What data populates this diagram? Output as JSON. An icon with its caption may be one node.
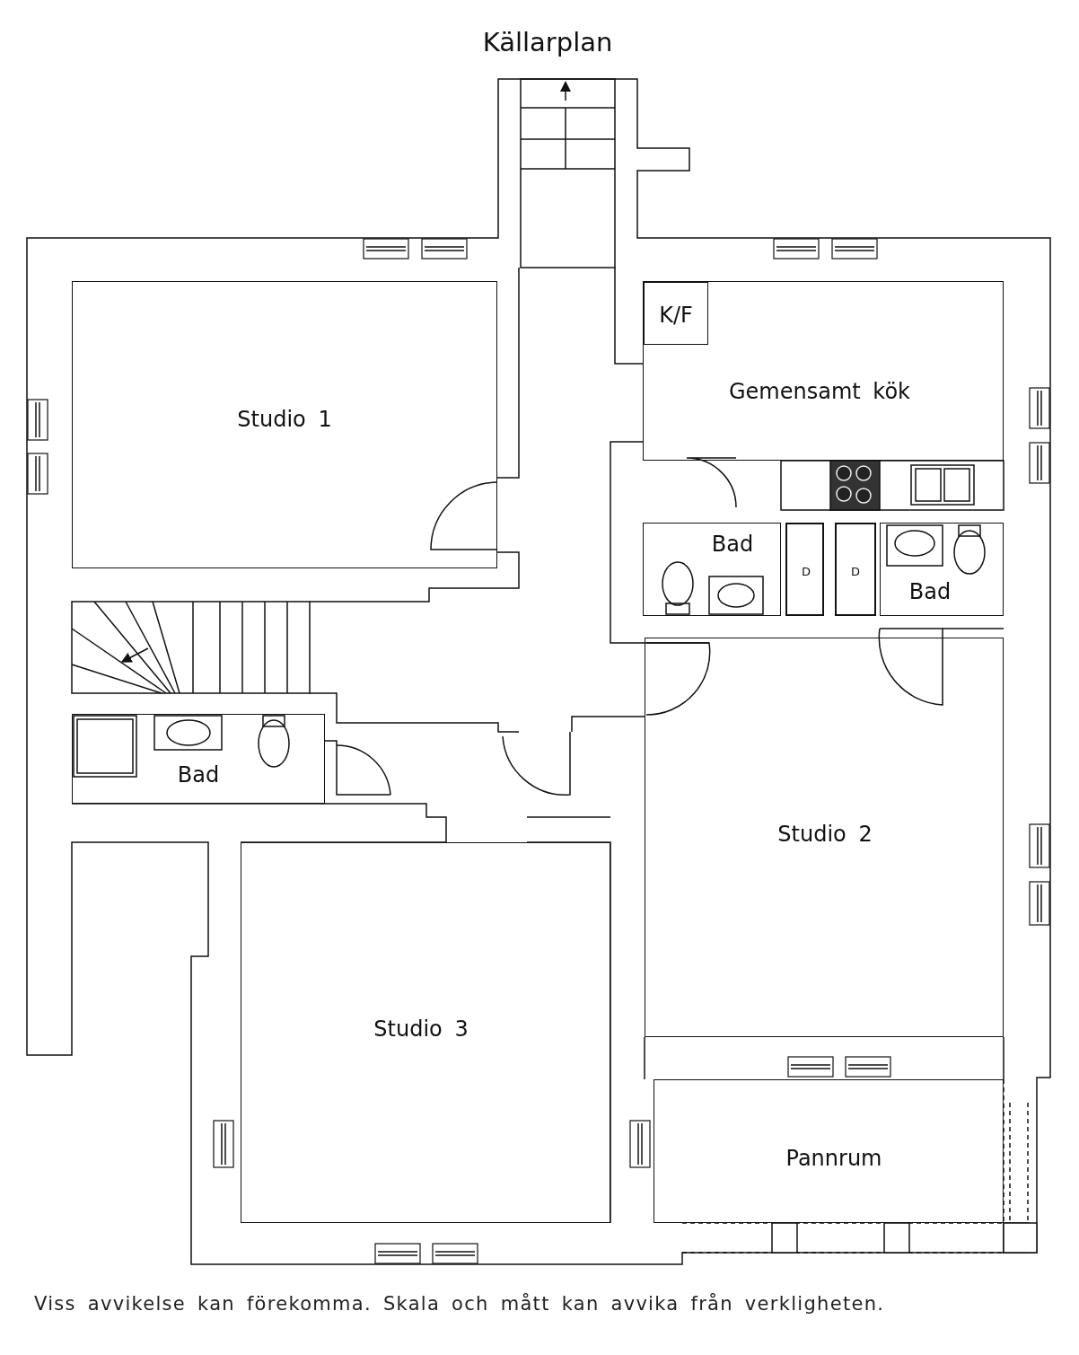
{
  "diagram": {
    "title": "Källarplan",
    "caption": "Viss avvikelse kan förekomma. Skala och mått kan avvika från verkligheten.",
    "nodes": [
      {
        "text": [
          "Studio 1"
        ]
      },
      {
        "text": [
          "Gemensamt kök"
        ]
      },
      {
        "text": [
          "K/F"
        ],
        "in": 1
      },
      {
        "text": [
          "Bad"
        ]
      },
      {
        "text": [
          "D"
        ]
      },
      {
        "text": [
          "D"
        ]
      },
      {
        "text": [
          "Bad"
        ]
      },
      {
        "text": [
          "Studio 2"
        ]
      },
      {
        "text": [
          "Bad"
        ]
      },
      {
        "text": [
          "Studio 3"
        ]
      },
      {
        "text": [
          "Pannrum"
        ]
      }
    ],
    "edges": []
  }
}
